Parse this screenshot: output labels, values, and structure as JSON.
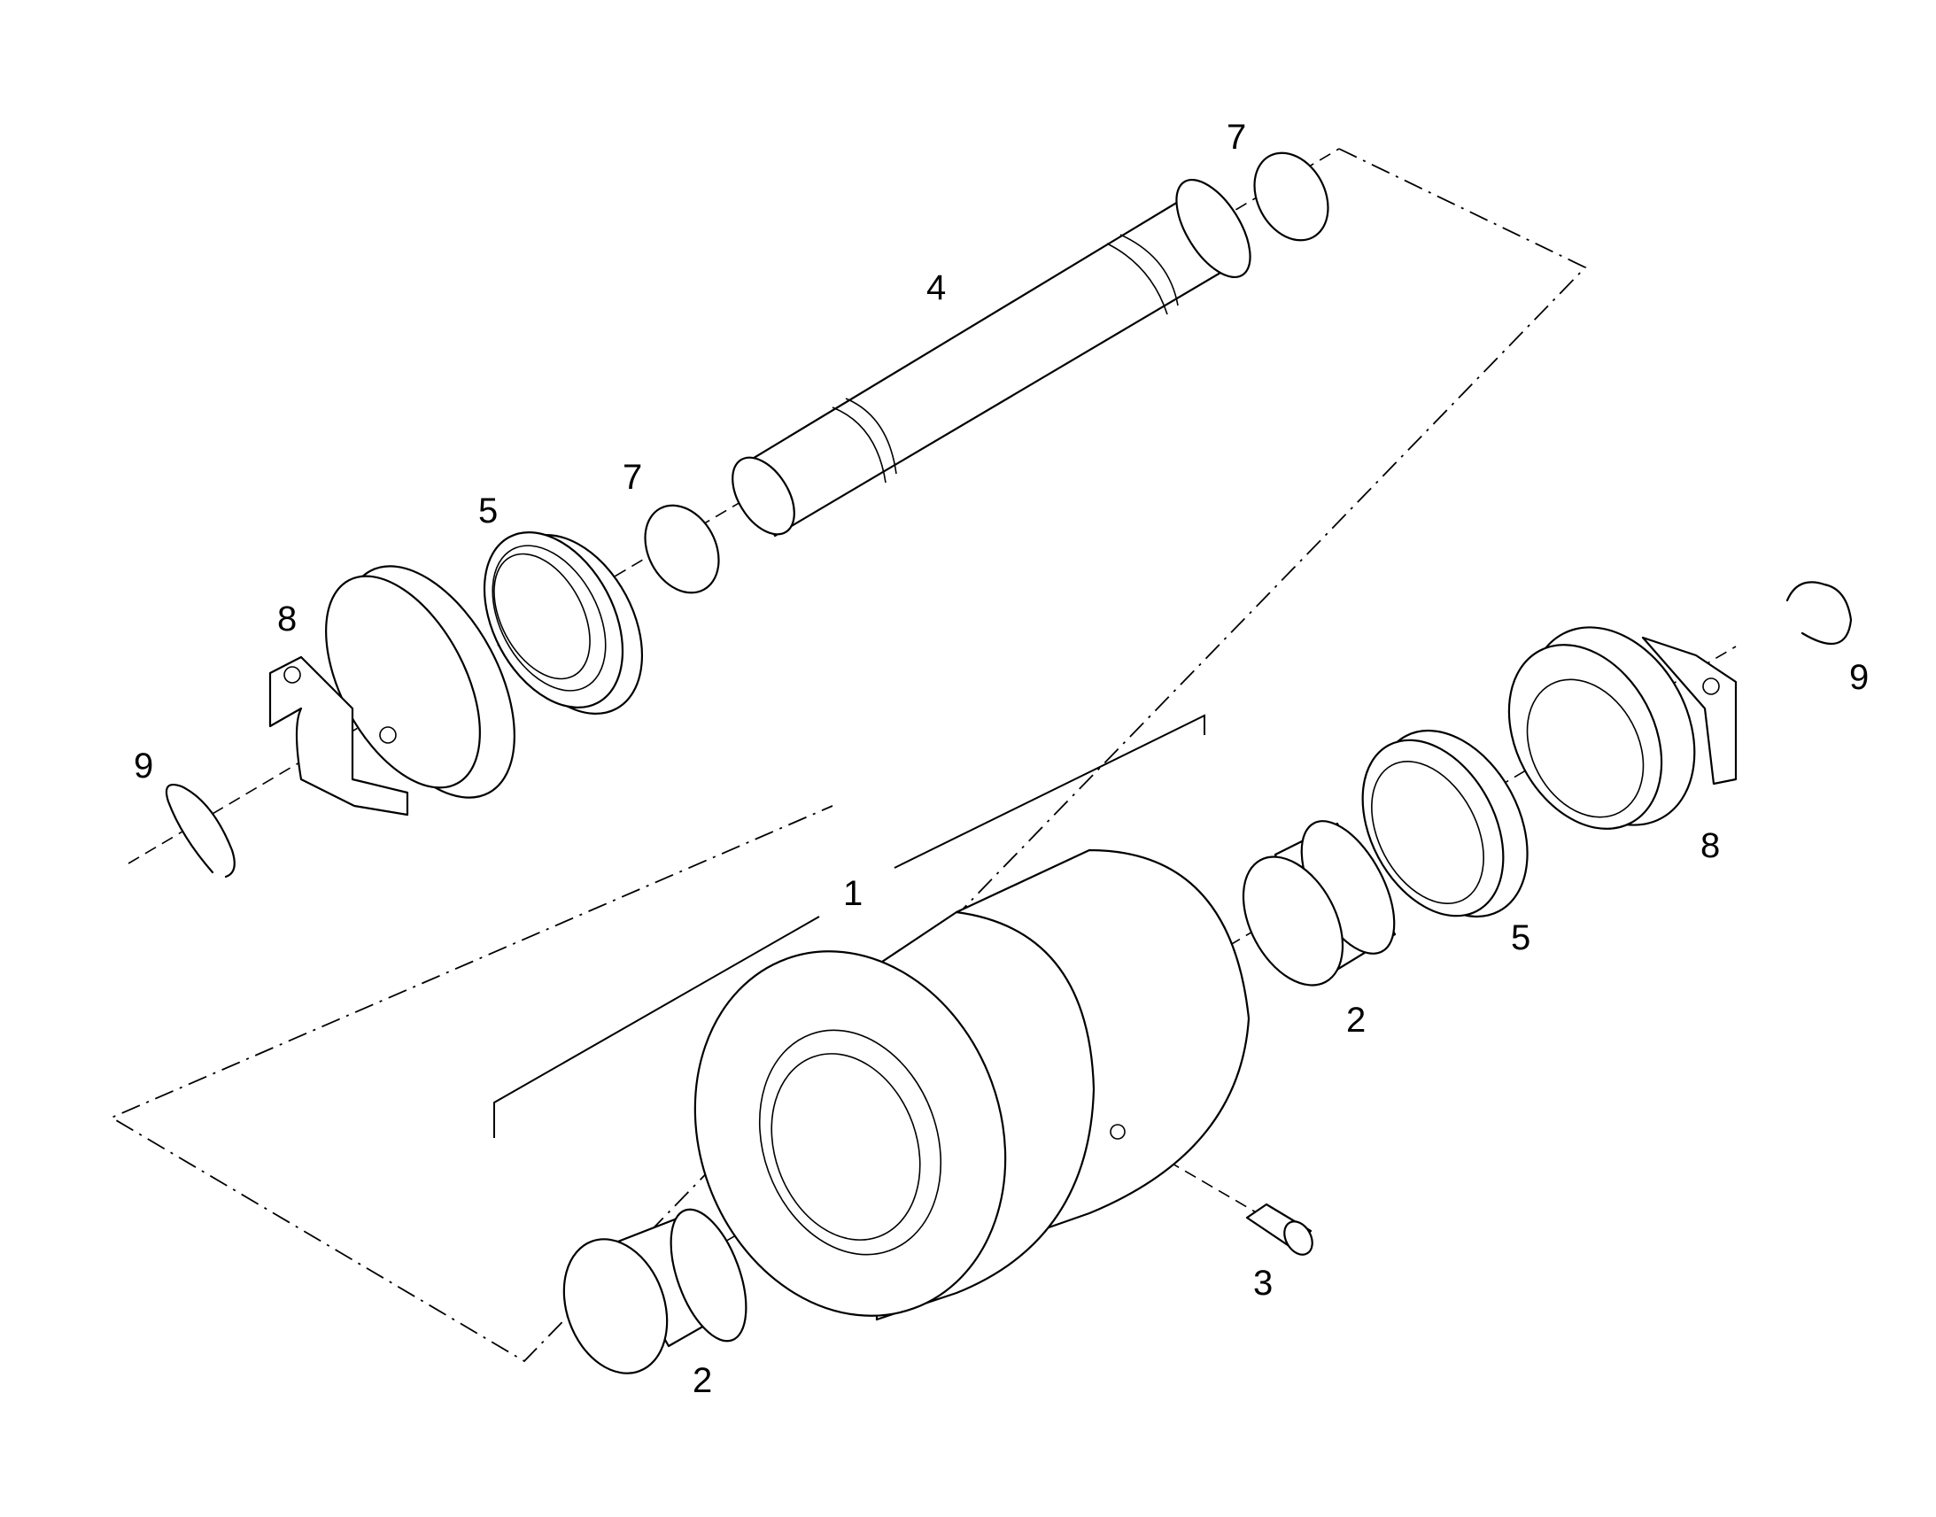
{
  "colors": {
    "line": "#000000",
    "background": "#ffffff"
  },
  "callouts": {
    "c1": "1",
    "c2_bottom": "2",
    "c2_right": "2",
    "c3": "3",
    "c4": "4",
    "c5_left": "5",
    "c5_right": "5",
    "c7_top": "7",
    "c7_mid": "7",
    "c8_left": "8",
    "c8_right": "8",
    "c9_left": "9",
    "c9_right": "9"
  }
}
